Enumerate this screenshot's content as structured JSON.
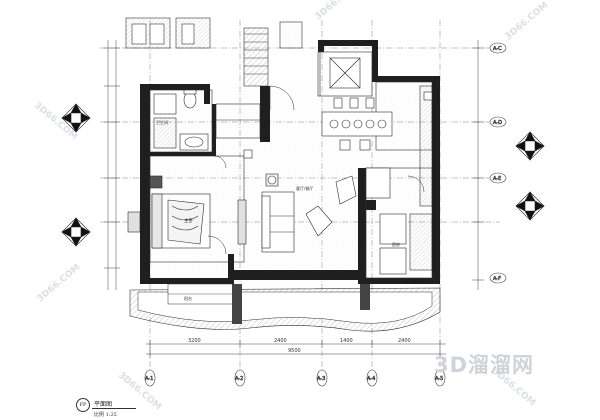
{
  "drawing": {
    "title": "平面图",
    "scale": "比例 1:25",
    "title_tag": "FP",
    "watermark_brand": "3D溜溜网",
    "watermark_small": "3D66.COM",
    "colors": {
      "wall": "#1f1f1f",
      "line": "#2b2b2b",
      "hatch": "#8a8a8a",
      "dim": "#444444",
      "grid": "#555555"
    }
  },
  "rooms": [
    {
      "label": "主卧"
    },
    {
      "label": "卫生间"
    },
    {
      "label": "客厅/餐厅"
    },
    {
      "label": "厨房"
    },
    {
      "label": "阳台"
    }
  ],
  "grid_axes": {
    "bottom": [
      "A-1",
      "A-2",
      "A-3",
      "A-4",
      "A-5"
    ],
    "right": [
      "A-C",
      "A-D",
      "A-E",
      "A-F"
    ]
  },
  "dimensions": {
    "bottom_segments": [
      "3200",
      "2400",
      "1400",
      "2400"
    ],
    "bottom_total": "9500"
  },
  "icons": [
    "elevation-marker-icon",
    "door-swing-icon",
    "sofa-icon",
    "armchair-icon",
    "bed-icon",
    "dining-table-icon",
    "toilet-icon",
    "sink-icon"
  ]
}
